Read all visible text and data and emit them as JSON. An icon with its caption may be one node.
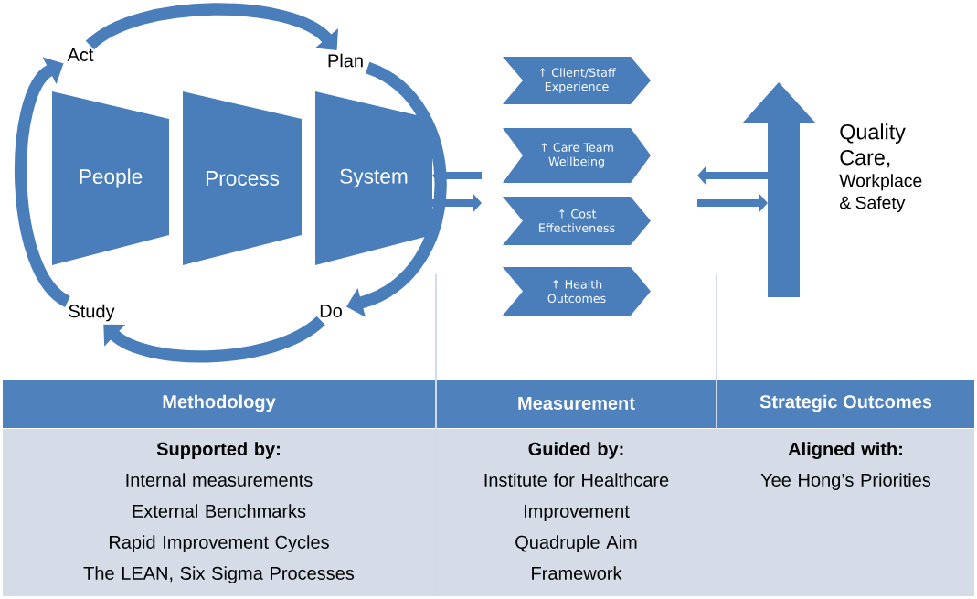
{
  "diagram": {
    "nodes": [
      {
        "text": [
          "Act"
        ]
      },
      {
        "text": [
          "Plan"
        ]
      },
      {
        "text": [
          "Do"
        ]
      },
      {
        "text": [
          "Study"
        ]
      },
      {
        "text": [
          "People"
        ]
      },
      {
        "text": [
          "Process"
        ]
      },
      {
        "text": [
          "System"
        ]
      },
      {
        "text": [
          "↑ Client/Staff Experience"
        ]
      },
      {
        "text": [
          "↑ Care Team Wellbeing"
        ]
      },
      {
        "text": [
          "↑ Cost Effectiveness"
        ]
      },
      {
        "text": [
          "↑ Health Outcomes"
        ]
      },
      {
        "text": [
          "Quality Care,",
          "Workplace & Safety"
        ]
      },
      {
        "text": [],
        "shape": "arrow"
      },
      {
        "text": [
          "Methodology"
        ]
      },
      {
        "text": [
          "Measurement"
        ]
      },
      {
        "text": [
          "Strategic Outcomes"
        ]
      },
      {
        "text": [
          "Supported by:",
          "Internal measurements",
          "External Benchmarks",
          "Rapid Improvement Cycles",
          "The LEAN, Six Sigma Processes"
        ]
      },
      {
        "text": [
          "Guided by:",
          "Institute for Healthcare Improvement Quadruple Aim Framework"
        ]
      },
      {
        "text": [
          "Aligned with:",
          "Yee Hong’s Priorities"
        ]
      }
    ],
    "edges": [
      {
        "from": 0,
        "to": 1,
        "arrow": "to"
      },
      {
        "from": 1,
        "to": 2,
        "arrow": "to"
      },
      {
        "from": 2,
        "to": 3,
        "arrow": "to"
      },
      {
        "from": 3,
        "to": 0,
        "arrow": "to"
      },
      {
        "from": null,
        "to": 6,
        "arrow": "to"
      },
      {
        "from": 6,
        "to": null,
        "arrow": "to"
      },
      {
        "from": 12,
        "to": null,
        "arrow": "to"
      },
      {
        "from": null,
        "to": 12,
        "arrow": "to"
      }
    ]
  }
}
